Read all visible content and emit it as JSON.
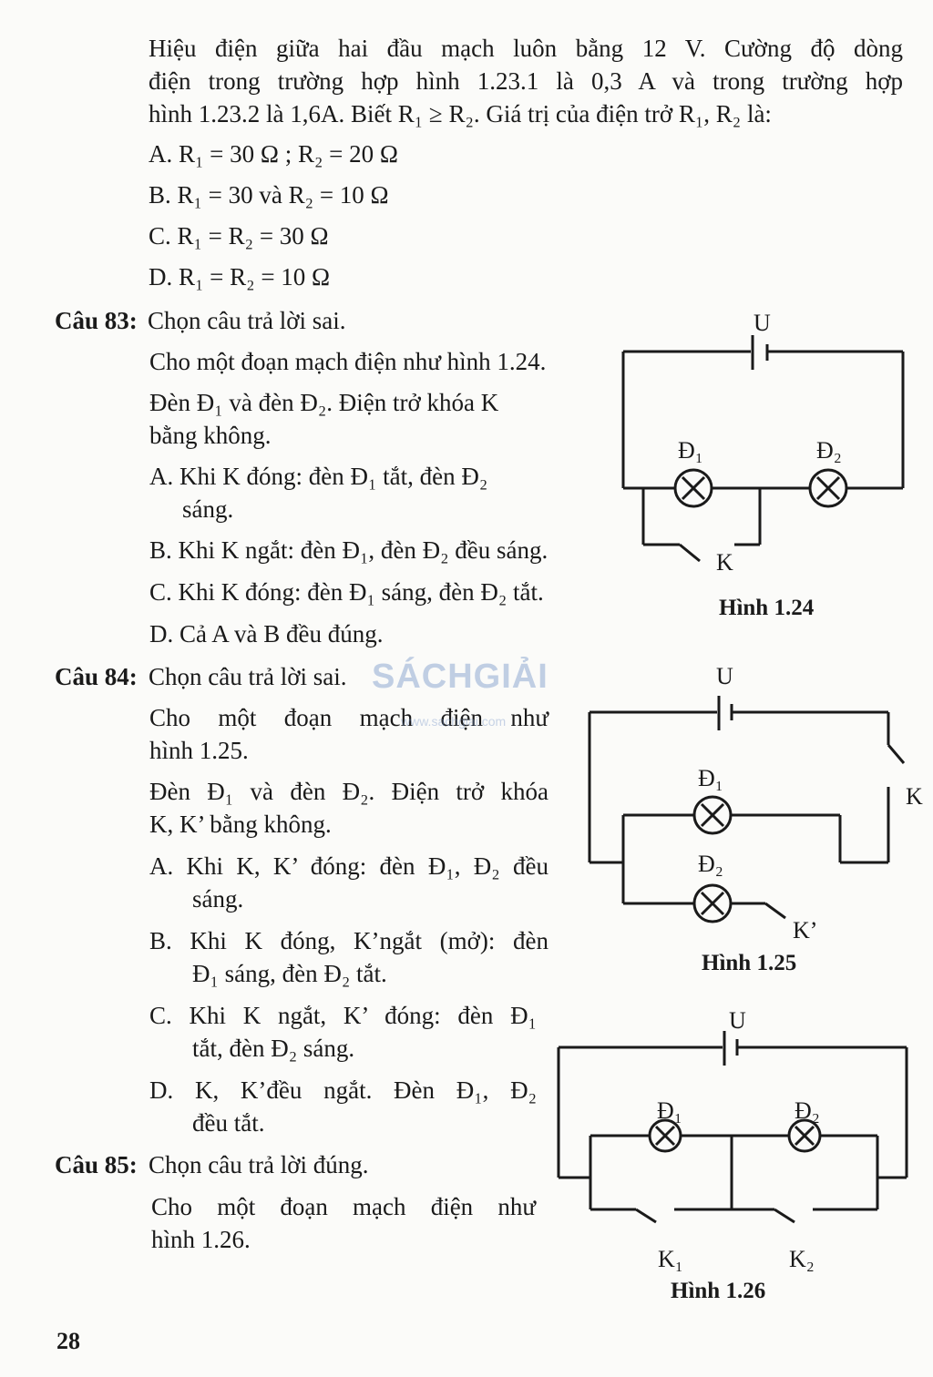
{
  "intro": {
    "line1": "Hiệu điện giữa hai đầu mạch luôn bằng 12 V. Cường độ dòng",
    "line2": "điện trong trường hợp hình 1.23.1 là 0,3 A và trong trường hợp",
    "line3": "hình 1.23.2 là 1,6A. Biết R₁ ≥ R₂. Giá trị của điện trở R₁, R₂ là:",
    "options": [
      "A.  R₁ = 30 Ω ; R₂ = 20 Ω",
      "B.   R₁ = 30 và  R₂ = 10 Ω",
      "C.  R₁ = R₂ = 30 Ω",
      "D. R₁ = R₂ = 10 Ω"
    ]
  },
  "q83": {
    "label": "Câu 83:",
    "prompt": "Chọn câu trả lời sai.",
    "body1": "Cho một  đoạn mạch điện như hình 1.24.",
    "body2": "Đèn Đ₁ và đèn Đ₂. Điện trở khóa K",
    "body3": "bằng không.",
    "optA1": "A. Khi  K  đóng:  đèn  Đ₁  tắt,  đèn  Đ₂",
    "optA2": "sáng.",
    "optB": "B. Khi K ngắt: đèn Đ₁, đèn Đ₂  đều sáng.",
    "optC": "C. Khi K đóng: đèn Đ₁ sáng, đèn Đ₂  tắt.",
    "optD": "D.  Cả A và B đều đúng.",
    "figure": {
      "caption": "Hình 1.24",
      "source": "U",
      "lamp1": "Đ₁",
      "lamp2": "Đ₂",
      "switch": "K"
    }
  },
  "q84": {
    "label": "Câu 84:",
    "prompt": "Chọn câu trả lời sai.",
    "body1": "Cho  một   đoạn  mạch  điện  như",
    "body2": "hình 1.25.",
    "body3": "Đèn Đ₁ và đèn Đ₂. Điện trở khóa",
    "body4": "K, K’ bằng không.",
    "optA1": "A.  Khi  K,  K’  đóng:  đèn  Đ₁,  Đ₂  đều",
    "optA2": "sáng.",
    "optB1": "B.  Khi  K  đóng,  K’ngắt  (mở):  đèn",
    "optB2": "Đ₁ sáng, đèn Đ₂  tắt.",
    "optC1": "C.  Khi  K  ngắt,  K’  đóng:  đèn  Đ₁",
    "optC2": "tắt, đèn Đ₂  sáng.",
    "optD1": "D.  K,  K’đều  ngắt.  Đèn  Đ₁,  Đ₂",
    "optD2": "đều tắt.",
    "figure": {
      "caption": "Hình 1.25",
      "source": "U",
      "lamp1": "Đ₁",
      "lamp2": "Đ₂",
      "switch1": "K",
      "switch2": "K’"
    }
  },
  "q85": {
    "label": "Câu 85:",
    "prompt": "Chọn câu trả lời đúng.",
    "body1": "Cho  một  đoạn  mạch  điện  như",
    "body2": "hình 1.26.",
    "figure": {
      "caption": "Hình 1.26",
      "source": "U",
      "lamp1": "Đ₁",
      "lamp2": "Đ₂",
      "switch1": "K₁",
      "switch2": "K₂"
    }
  },
  "watermark": {
    "brand": "SÁCHGIẢI",
    "url": "www.sachgiai.com"
  },
  "page_number": "28"
}
